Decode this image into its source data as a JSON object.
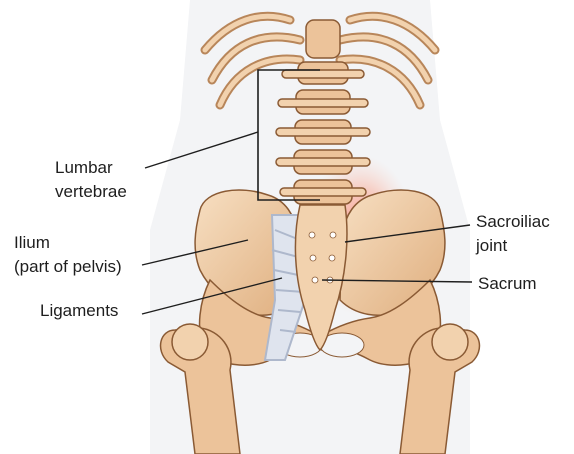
{
  "labels": {
    "lumbar_line1": "Lumbar",
    "lumbar_line2": "vertebrae",
    "ilium_line1": "Ilium",
    "ilium_line2": "(part of pelvis)",
    "ligaments": "Ligaments",
    "sacroiliac_line1": "Sacroiliac",
    "sacroiliac_line2": "joint",
    "sacrum": "Sacrum"
  },
  "colors": {
    "bone": "#ecc39a",
    "bone_light": "#f7dfc2",
    "bone_dark": "#b8865a",
    "outline": "#8a5a34",
    "ligament": "#cfd6e4",
    "highlight": "#ff6a4d",
    "leader_line": "#1e1e1e",
    "body_shadow": "#eef0f2"
  }
}
